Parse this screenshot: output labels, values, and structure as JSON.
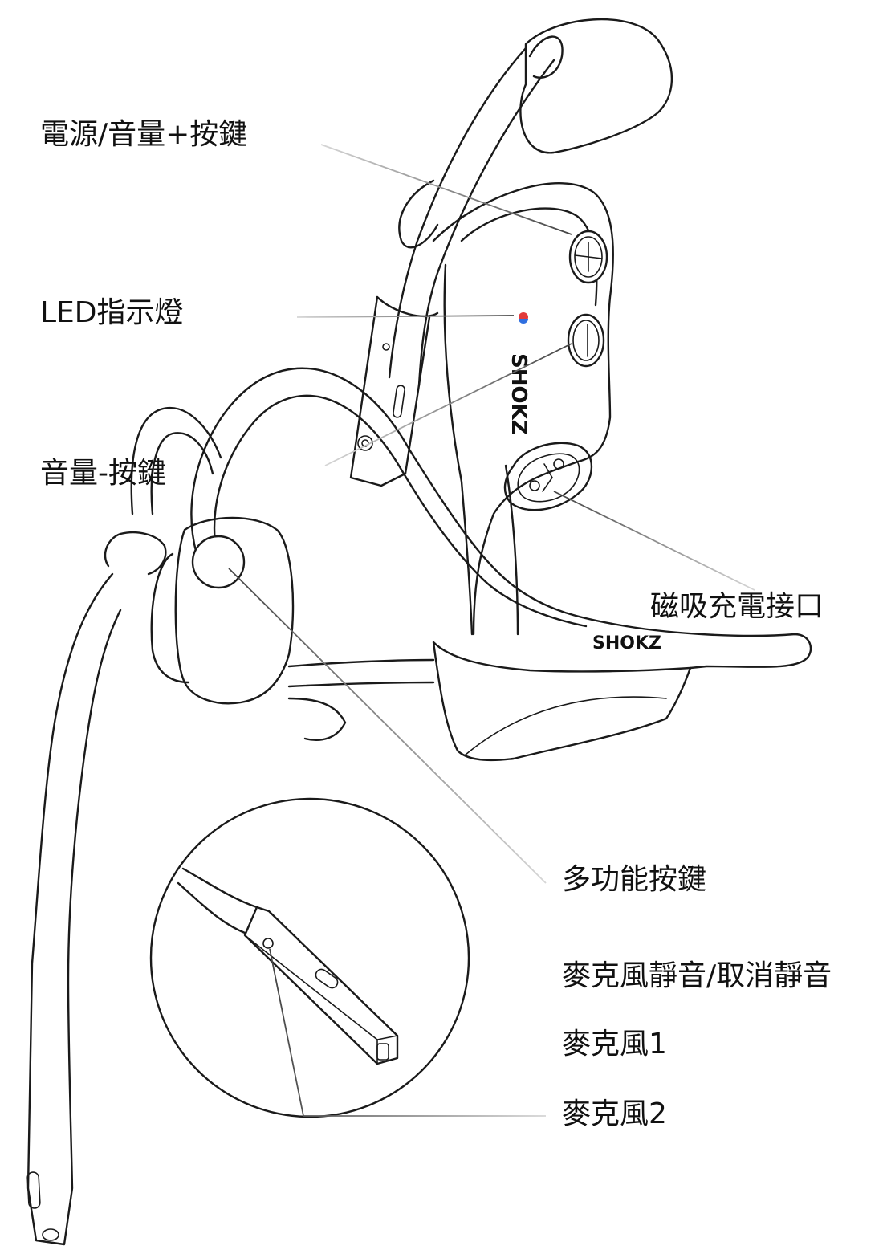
{
  "labels": {
    "power_volume_up": "電源/音量+按鍵",
    "led": "LED指示燈",
    "volume_down": "音量-按鍵",
    "magnetic_charging": "磁吸充電接口",
    "multifunction": "多功能按鍵",
    "mic_mute": "麥克風靜音/取消靜音",
    "mic1": "麥克風1",
    "mic2": "麥克風2"
  },
  "brand_logo": "SHOKZ",
  "led_colors": {
    "top": "#e23b3b",
    "bottom": "#2f6fe0"
  },
  "icons": [
    "plus-button-icon",
    "minus-button-icon",
    "led-indicator-icon",
    "charging-port-icon",
    "microphone-icon"
  ]
}
